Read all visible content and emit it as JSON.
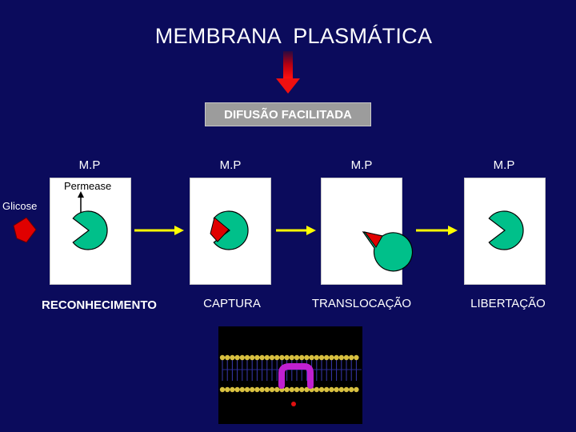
{
  "title": "MEMBRANA  PLASMÁTICA",
  "subtitle": "DIFUSÃO FACILITADA",
  "panels": [
    {
      "mp_label": "M.P",
      "step_label": "RECONHECIMENTO"
    },
    {
      "mp_label": "M.P",
      "step_label": "CAPTURA"
    },
    {
      "mp_label": "M.P",
      "step_label": "TRANSLOCAÇÃO"
    },
    {
      "mp_label": "M.P",
      "step_label": "LIBERTAÇÃO"
    }
  ],
  "permease_label": "Permease",
  "glicose_label": "Glicose",
  "colors": {
    "background": "#0b0b5c",
    "transporter": "#00c08a",
    "glucose": "#e00000",
    "flow_arrow": "#ffff00",
    "down_arrow": "#e00000"
  },
  "icons": [
    "down-arrow-icon",
    "right-arrow-icon",
    "transporter-icon",
    "glucose-icon",
    "membrane-bilayer-image"
  ]
}
